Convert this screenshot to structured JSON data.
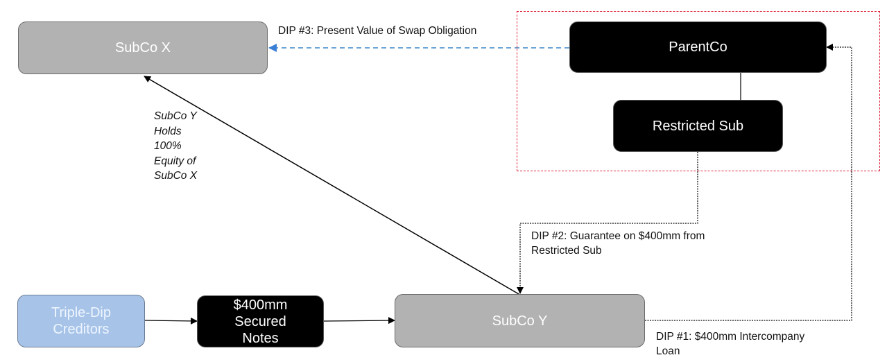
{
  "diagram": {
    "nodes": {
      "subco_x": "SubCo X",
      "parentco": "ParentCo",
      "restricted_sub": "Restricted Sub",
      "triple_dip_creditors": "Triple-Dip Creditors",
      "secured_notes": "$400mm Secured Notes",
      "subco_y": "SubCo Y"
    },
    "labels": {
      "dip3": "DIP #3: Present Value of Swap Obligation",
      "equity": [
        "SubCo Y",
        "Holds",
        "100%",
        "Equity of",
        "SubCo X"
      ],
      "dip2": [
        "DIP #2: Guarantee on $400mm from",
        "Restricted Sub"
      ],
      "dip1": [
        "DIP #1: $400mm Intercompany",
        "Loan"
      ]
    },
    "colors": {
      "subsidiary_gray": "#b2b2b2",
      "entity_black": "#000000",
      "creditor_blue": "#a7c4e8",
      "dip3_arrow_blue": "#3a7fd6",
      "restricted_group_red": "#e0233a"
    },
    "edges": [
      {
        "from": "parentco",
        "to": "subco_x",
        "style": "dashed-blue",
        "label": "dip3"
      },
      {
        "from": "subco_y",
        "to": "subco_x",
        "style": "solid",
        "label": "equity"
      },
      {
        "from": "parentco",
        "to": "restricted_sub",
        "style": "solid-line"
      },
      {
        "from": "restricted_sub",
        "to": "subco_y",
        "style": "dotted",
        "label": "dip2"
      },
      {
        "from": "subco_y",
        "to": "parentco",
        "style": "dotted",
        "label": "dip1"
      },
      {
        "from": "triple_dip_creditors",
        "to": "secured_notes",
        "style": "solid"
      },
      {
        "from": "secured_notes",
        "to": "subco_y",
        "style": "solid"
      }
    ]
  }
}
